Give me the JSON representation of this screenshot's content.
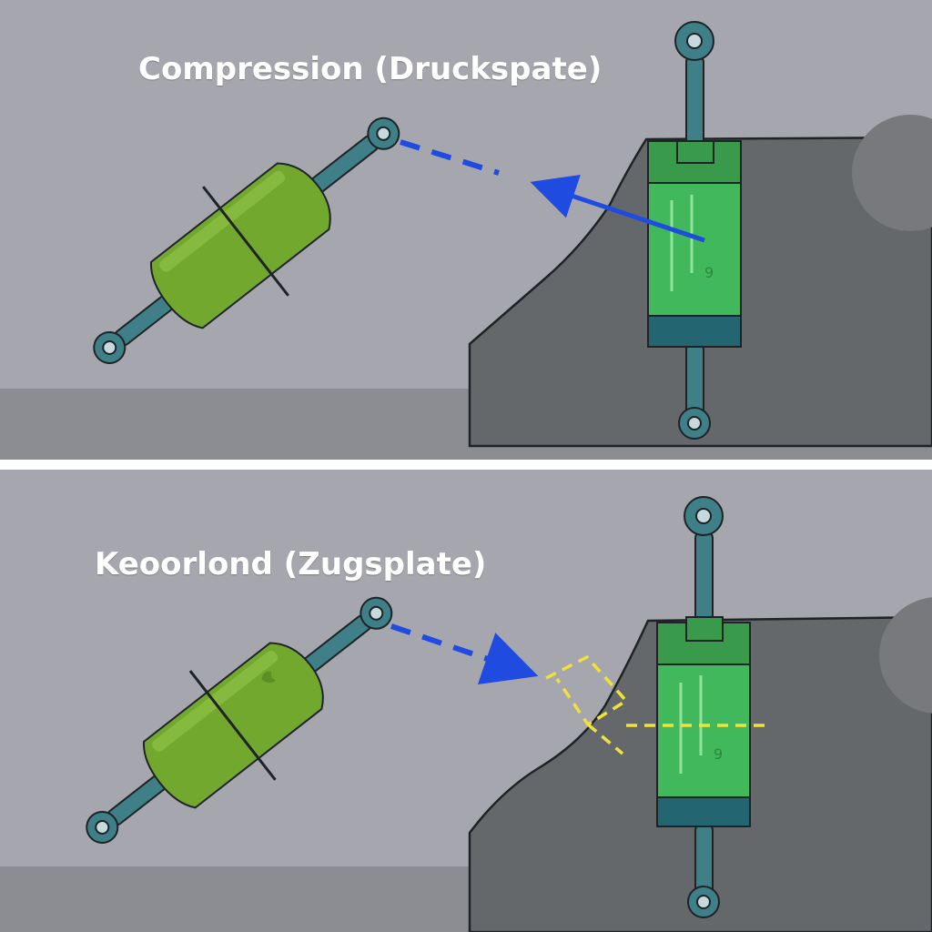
{
  "panels": [
    {
      "label": "Compression (Druckspate)"
    },
    {
      "label": "Keoorlond (Zugsplate)"
    }
  ],
  "damper_mark": "9",
  "colors": {
    "background": "#a6a6ae",
    "floor": "#8c8c93",
    "divider": "#ffffff",
    "cliff": "#65686b",
    "cliff_outline": "#1e2326",
    "rod": "#3f7f88",
    "damper_body_loose": "#72a82e",
    "damper_body_mounted": "#40b85b",
    "damper_base": "#236570",
    "arrow": "#1f4be0",
    "guide_dashed": "#f0e23a"
  }
}
